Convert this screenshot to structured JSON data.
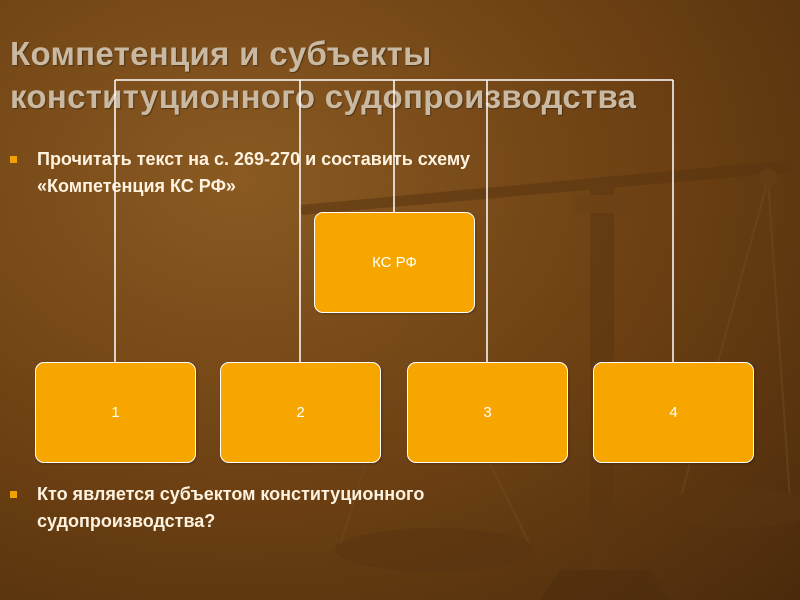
{
  "slide": {
    "title_line1": "Компетенция и субъекты",
    "title_line2": "конституционного судопроизводства",
    "bullet1_line1": "Прочитать текст на с. 269-270 и составить схему",
    "bullet1_line2": "«Компетенция КС РФ»",
    "bullet2_line1": "Кто является субъектом конституционного",
    "bullet2_line2": "судопроизводства?"
  },
  "diagram": {
    "root_label": "КС РФ",
    "children": [
      "1",
      "2",
      "3",
      "4"
    ]
  },
  "colors": {
    "box_fill": "#f7a600",
    "box_border": "#ffffff",
    "bullet_marker": "#f2a200",
    "title_text": "#c9b8a2",
    "body_text": "#fff3e0"
  }
}
